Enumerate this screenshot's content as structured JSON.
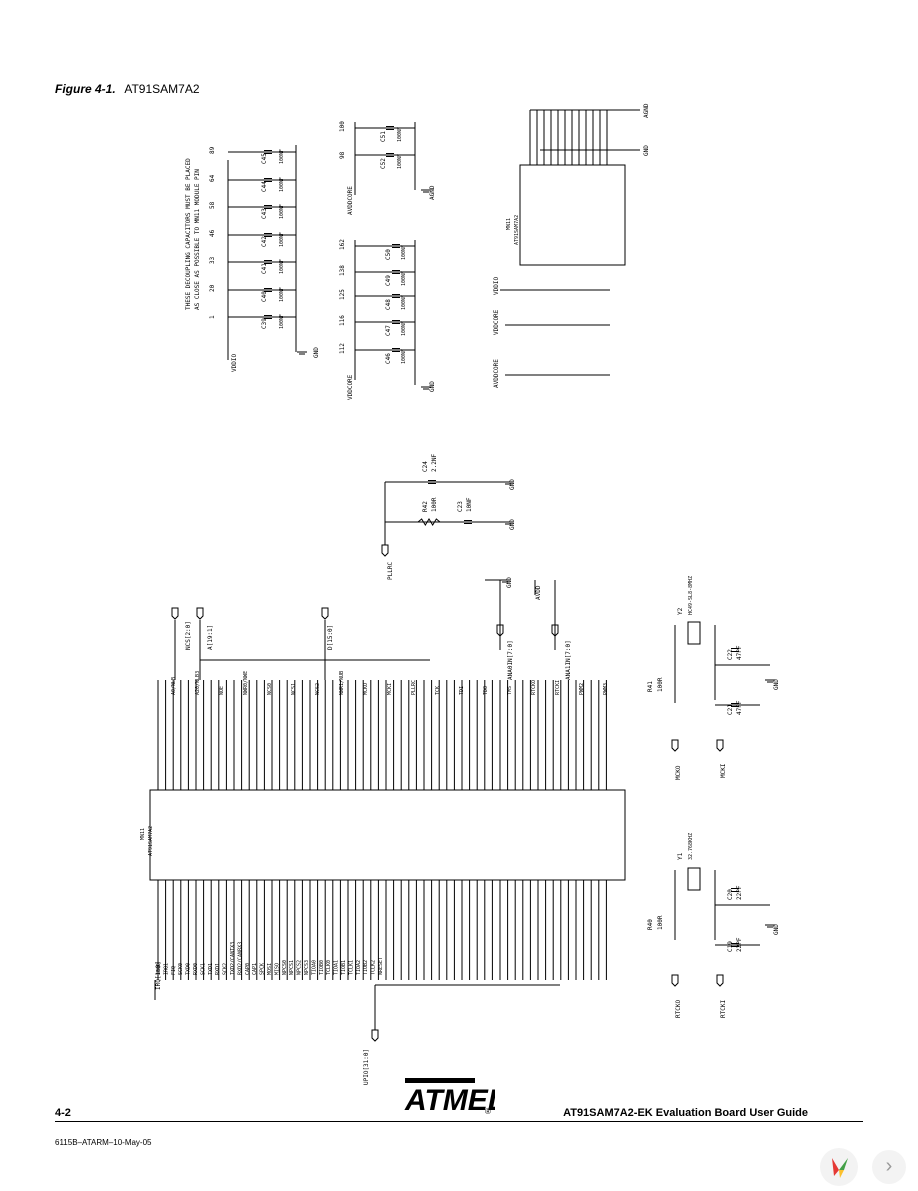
{
  "figure": {
    "number": "Figure 4-1.",
    "title": "AT91SAM7A2"
  },
  "footer": {
    "page_number": "4-2",
    "guide_title": "AT91SAM7A2-EK Evaluation Board User Guide",
    "doc_ref": "6115B–ATARM–10-May-05",
    "logo_text": "ATMEL",
    "logo_mark": "®"
  },
  "viewer": {
    "next_icon": "chevron-right-icon",
    "logo_icon": "viewer-logo-icon"
  },
  "schematic": {
    "note_line1": "THESE DECOUPLING CAPACITORS MUST BE PLACED",
    "note_line2": "AS CLOSE AS POSSIBLE TO MN11 MODULE PIN",
    "net_gnd": "GND",
    "net_agnd": "AGND",
    "net_avdd": "AVDD",
    "net_vddio": "VDDIO",
    "net_vddcore": "VDDCORE",
    "net_avddcore": "AVDDCORE",
    "decoupling_pins": [
      "1",
      "20",
      "33",
      "46",
      "58",
      "64",
      "89"
    ],
    "decoupling_caps": [
      "C39",
      "C40",
      "C41",
      "C42",
      "C43",
      "C44",
      "C45"
    ],
    "cap_100nf": "100NF",
    "core_pins": [
      "112",
      "116",
      "125",
      "138",
      "162"
    ],
    "core_caps": [
      "C46",
      "C47",
      "C48",
      "C49",
      "C50"
    ],
    "avdd_pins": [
      "100",
      "98"
    ],
    "avdd_caps": [
      "C51",
      "C52"
    ],
    "mn_ref": "MN11",
    "mn_part": "AT91SAM7A2",
    "pll": {
      "net": "PLLRC",
      "r42": "R42",
      "r42_val": "100R",
      "c23": "C23",
      "c23_val": "10NF",
      "c24": "C24",
      "c24_val": "2.2NF"
    },
    "buses": {
      "ncs": "NCS[2:0]",
      "addr": "A[19:1]",
      "data": "D[15:0]",
      "irq": "IRQ[1:0]",
      "upio": "UPIO[31:0]",
      "anain0": "ANA0IN[7:0]",
      "anain1": "ANA1IN[7:0]"
    },
    "signals_left": [
      "IRQ0",
      "IRQ1",
      "FIQ",
      "SCK0",
      "TXD0",
      "RXD0",
      "SCK1",
      "TXD1",
      "RXD1",
      "SCK2",
      "TXD2/CANTX3",
      "RXD2/CANRX3",
      "CAP0",
      "CAP1",
      "SPCK",
      "MOSI",
      "MISO",
      "NPCS0",
      "NPCS1",
      "NPCS2",
      "NPCS3",
      "TIOA0",
      "TIOB0",
      "TCLK0",
      "TIOA1",
      "TIOB1",
      "TCLK1",
      "TIOA2",
      "TIOB2",
      "TCLK2",
      "NRESET"
    ],
    "signals_top": [
      "A0/NLB",
      "A20/NLB3",
      "NOE",
      "NWR0/NWE",
      "NCS0",
      "NCS1",
      "NCS2",
      "NWR1/NUB",
      "MCKO",
      "MCKI",
      "PLLRC",
      "TCK",
      "TDI",
      "TDO",
      "TMS",
      "RTCKO",
      "RTCKI",
      "PWM2",
      "PWM3"
    ],
    "xtal": {
      "y1": "Y1",
      "y1_freq": "32.768KHZ",
      "y2": "Y2",
      "y2_part": "HC49-SL8-8MHZ",
      "r40": "R40",
      "r40_val": "100R",
      "r41": "R41",
      "r41_val": "100R",
      "c19": "C19",
      "c20": "C20",
      "cap_22pf": "22PF",
      "c21": "C21",
      "c22": "C22",
      "cap_47pf": "47PF",
      "rtcko": "RTCKO",
      "rtcki": "RTCKI",
      "mcko": "MCKO",
      "mcki": "MCKI"
    }
  }
}
